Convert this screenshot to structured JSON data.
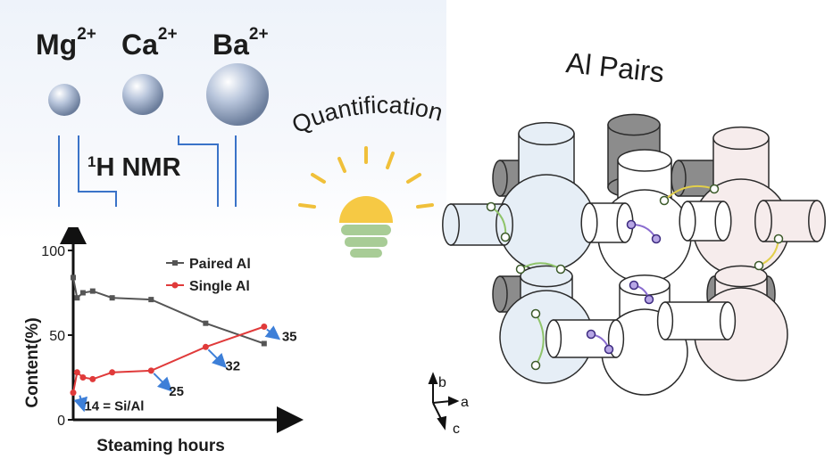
{
  "ions": [
    {
      "symbol": "Mg",
      "charge": "2+",
      "color": "#b9c8e0"
    },
    {
      "symbol": "Ca",
      "charge": "2+",
      "color": "#aebfdb"
    },
    {
      "symbol": "Ba",
      "charge": "2+",
      "color": "#a6b8d6"
    }
  ],
  "nmr": {
    "prefix": "1",
    "label": "H NMR"
  },
  "quantification_label": "Quantification",
  "al_pairs_label": "Al Pairs",
  "axes": {
    "a": "a",
    "b": "b",
    "c": "c"
  },
  "colors": {
    "paired": "#555555",
    "single": "#e03a3a",
    "annotation": "#3d7fd8",
    "bulb_top": "#f6c944",
    "bulb_base": "#a8cc96",
    "bracket": "#3a73c8",
    "green_pair": "#8fc46a",
    "purple_pair": "#8a6ccf",
    "yellow_pair": "#e2cf4a"
  },
  "chart_data": {
    "type": "line",
    "xlabel": "Steaming hours",
    "ylabel": "Content(%)",
    "ylim": [
      0,
      100
    ],
    "yticks": [
      0,
      50,
      100
    ],
    "xlim": [
      0,
      11
    ],
    "series": [
      {
        "name": "Paired Al",
        "x": [
          0,
          0.2,
          0.5,
          1,
          2,
          4,
          6.8,
          9.8
        ],
        "y": [
          84,
          72,
          75,
          76,
          72,
          71,
          57,
          45
        ]
      },
      {
        "name": "Single Al",
        "x": [
          0,
          0.2,
          0.5,
          1,
          2,
          4,
          6.8,
          9.8
        ],
        "y": [
          16,
          28,
          25,
          24,
          28,
          29,
          43,
          55
        ]
      }
    ],
    "annotations": [
      {
        "text": "14 = Si/Al",
        "x": 0.2,
        "y": 16
      },
      {
        "text": "25",
        "x": 4,
        "y": 29
      },
      {
        "text": "32",
        "x": 6.8,
        "y": 43
      },
      {
        "text": "35",
        "x": 9.8,
        "y": 55
      }
    ]
  }
}
